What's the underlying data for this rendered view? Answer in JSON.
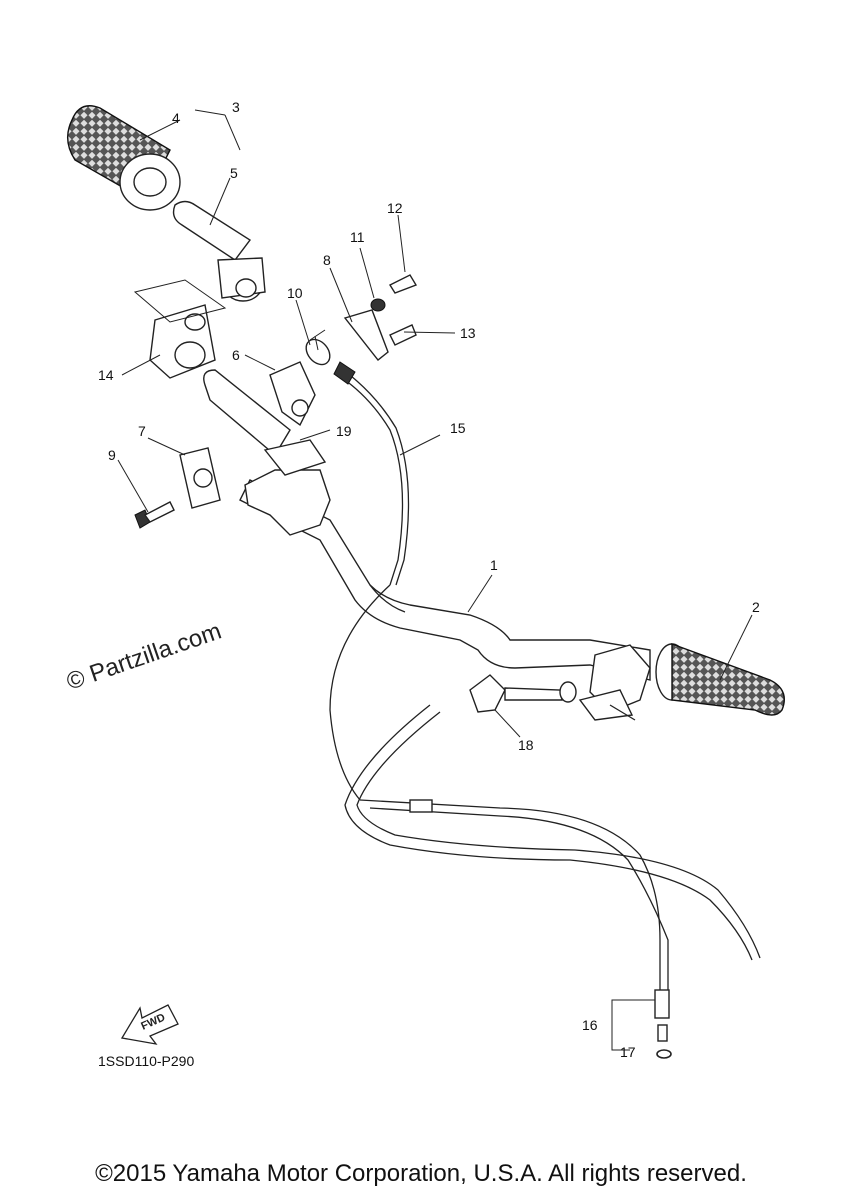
{
  "diagram": {
    "ref_code": "1SSD110-P290",
    "watermark": "© Partzilla.com",
    "fwd_label": "FWD",
    "copyright": "©2015 Yamaha Motor Corporation, U.S.A. All rights reserved.",
    "callouts": [
      "1",
      "2",
      "3",
      "4",
      "5",
      "6",
      "7",
      "8",
      "9",
      "10",
      "11",
      "12",
      "13",
      "14",
      "15",
      "16",
      "17",
      "18",
      "19"
    ]
  }
}
